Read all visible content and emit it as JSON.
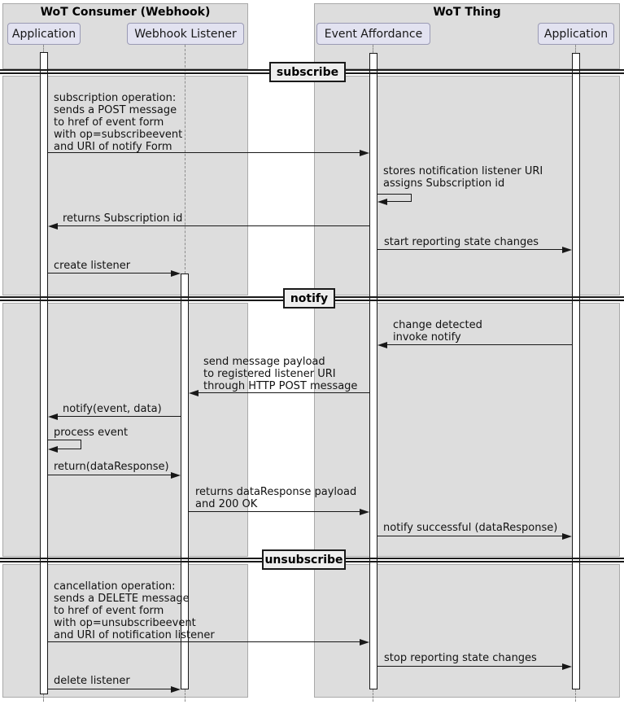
{
  "boxes": {
    "consumer": {
      "title": "WoT Consumer (Webhook)"
    },
    "thing": {
      "title": "WoT Thing"
    }
  },
  "participants": {
    "app_consumer": "Application",
    "webhook_listener": "Webhook Listener",
    "event_affordance": "Event Affordance",
    "app_thing": "Application"
  },
  "dividers": {
    "subscribe": "subscribe",
    "notify": "notify",
    "unsubscribe": "unsubscribe"
  },
  "messages": {
    "subscribe_request": "subscription operation:\nsends a POST message\n to href of event form\n with op=subscribeevent\nand URI of notify Form",
    "store_listener": "stores notification listener URI\nassigns Subscription id",
    "return_subscription_id": "returns Subscription id",
    "start_reporting": "start reporting state changes",
    "create_listener": "create listener",
    "change_detected": "change detected\ninvoke notify",
    "send_payload": "send message payload\nto registered listener URI\nthrough HTTP POST message",
    "notify_event": "notify(event, data)",
    "process_event": "process event",
    "return_data_response": "return(dataResponse)",
    "returns_payload": "returns dataResponse payload\n and 200 OK",
    "notify_successful": "notify successful (dataResponse)",
    "cancel_request": "cancellation operation:\n sends a DELETE message\n to href of event form\n with op=unsubscribeevent\nand URI of notification listener",
    "stop_reporting": "stop reporting state changes",
    "delete_listener": "delete listener"
  },
  "colors": {
    "box_fill": "#dddddd",
    "participant_fill": "#e2e2f0",
    "divider_fill": "#eeeeee",
    "line": "#181818"
  }
}
